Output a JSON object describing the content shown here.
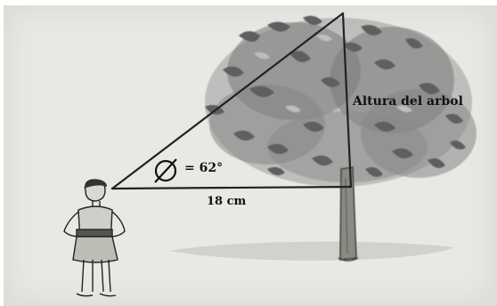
{
  "diagram": {
    "labels": {
      "height": "Altura del arbol",
      "angle": "= 62°",
      "base": "18 cm"
    },
    "angle_symbol": "Ø",
    "colors": {
      "line": "#222222",
      "foliage_dark": "#6e6e6e",
      "foliage_light": "#9a9a9a",
      "trunk": "#7a7a72",
      "background": "#e8e8e4"
    },
    "icons": {
      "tree": "tree-illustration",
      "person": "person-illustration",
      "angle": "empty-set-angle-icon"
    }
  }
}
